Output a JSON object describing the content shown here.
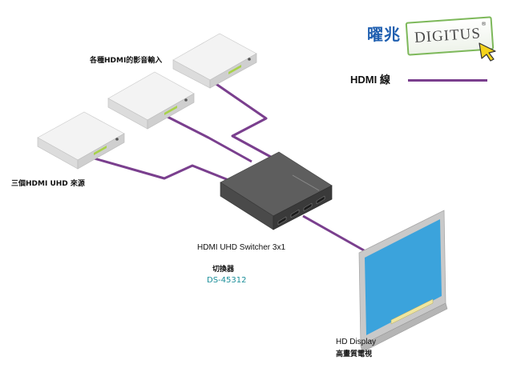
{
  "brand": {
    "chinese": "曜兆",
    "name": "DIGITUS",
    "registered_mark": "®"
  },
  "legend": {
    "label": "HDMI 線",
    "line_color": "#7a3f8e"
  },
  "labels": {
    "sources_top": "各種HDMI的影音輸入",
    "sources_left": "三個HDMI UHD 來源",
    "switcher_name": "HDMI UHD Switcher 3x1",
    "switcher_chinese": "切換器",
    "model_number": "DS-45312",
    "display_name": "HD Display",
    "display_chinese": "高畫質電視"
  },
  "colors": {
    "cable": "#7a3f8e",
    "device_body": "#e9e9e9",
    "device_led": "#a8d24a",
    "switcher_body": "#4a4a4a",
    "screen": "#3ba3dc",
    "screen_bezel": "#c9c9c9",
    "brand_blue": "#1f5fb0",
    "brand_green": "#7db85a",
    "model_teal": "#1c8f9a"
  },
  "devices": [
    {
      "role": "hdmi-source"
    },
    {
      "role": "hdmi-source"
    },
    {
      "role": "hdmi-source"
    },
    {
      "role": "switcher"
    },
    {
      "role": "display"
    }
  ]
}
